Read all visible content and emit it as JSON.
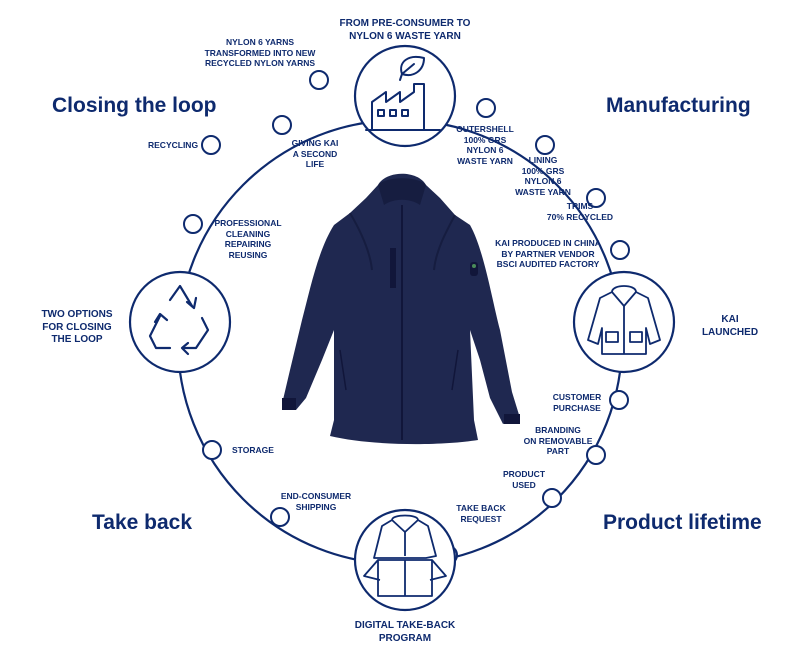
{
  "sections": {
    "closing_the_loop": "Closing the loop",
    "manufacturing": "Manufacturing",
    "take_back": "Take back",
    "product_lifetime": "Product lifetime"
  },
  "hubs": {
    "top": "FROM PRE-CONSUMER TO\nNYLON 6 WASTE YARN",
    "right": "KAI\nLAUNCHED",
    "bottom": "DIGITAL TAKE-BACK\nPROGRAM",
    "left": "TWO OPTIONS\nFOR CLOSING\nTHE LOOP"
  },
  "steps": {
    "nylon_yarns": "NYLON 6 YARNS\nTRANSFORMED INTO NEW\nRECYCLED NYLON YARNS",
    "recycling": "RECYCLING",
    "giving_kai": "GIVING KAI\nA SECOND\nLIFE",
    "professional": "PROFESSIONAL\nCLEANING\nREPAIRING\nREUSING",
    "outershell": "OUTERSHELL\n100% GRS\nNYLON 6\nWASTE YARN",
    "lining": "LINING\n100% GRS\nNYLON 6\nWASTE YARN",
    "trims": "TRIMS\n70% RECYCLED",
    "produced": "KAI PRODUCED IN CHINA\nBY PARTNER VENDOR\nBSCI AUDITED FACTORY",
    "customer_purchase": "CUSTOMER\nPURCHASE",
    "branding": "BRANDING\nON REMOVABLE\nPART",
    "product_used": "PRODUCT\nUSED",
    "take_back_request": "TAKE BACK\nREQUEST",
    "storage": "STORAGE",
    "end_consumer": "END-CONSUMER\nSHIPPING"
  },
  "icons": {
    "top": "factory-leaf-icon",
    "right": "jacket-outline-icon",
    "bottom": "box-jacket-icon",
    "left": "recycle-icon",
    "center": "navy-jacket-image"
  },
  "colors": {
    "navy": "#0e2a6e",
    "jacket": "#1f2850"
  }
}
